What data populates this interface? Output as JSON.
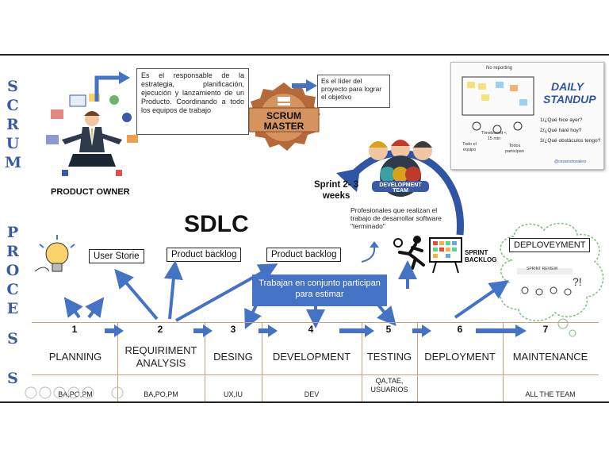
{
  "sidebar": {
    "letters": [
      "S",
      "C",
      "R",
      "U",
      "M",
      "P",
      "R",
      "O",
      "C",
      "E",
      "S",
      "S"
    ]
  },
  "product_owner": {
    "label": "PRODUCT OWNER",
    "description": "Es el responsable de la estrategia, planificación, ejecución y lanzamiento de un Producto. Coordinando a todo los equipos de trabajo"
  },
  "scrum_master": {
    "badge_line1": "SCRUM",
    "badge_line2": "MASTER",
    "description": "Es el líder del proyecto para lograr el objetivo"
  },
  "dev_team": {
    "badge": "DEVELOPMENT TEAM",
    "sprint_line1": "Sprint 2- 3",
    "sprint_line2": "weeks",
    "description": "Profesionales que realizan el trabajo de desarrollar software \"terminado\""
  },
  "daily_standup": {
    "title_line1": "DAILY",
    "title_line2": "STANDUP",
    "q1": "1/¿Qué hice ayer?",
    "q2": "2/¿Qué haré hoy?",
    "q3": "3/¿Qué obstáculos tengo?",
    "note_top": "No reporting",
    "note_timebox": "Timeboxed < 15 min",
    "note_all": "Todo el equipo",
    "note_team": "Todos participan",
    "credit": "@cesarsotovalero"
  },
  "sdlc_title": "SDLC",
  "boxes": {
    "user_storie": "User Storie",
    "product_backlog_1": "Product backlog",
    "product_backlog_2": "Product backlog",
    "deployment": "DEPLOVEYMENT",
    "sprint_backlog": "SPRINT BACKLOG",
    "sprint_review": "SPRINT REVIEW"
  },
  "estimate_banner": "Trabajan en conjunto participan para estimar",
  "phases": [
    {
      "num": "1",
      "name": "PLANNING",
      "roles": "BA,PO,PM"
    },
    {
      "num": "2",
      "name": "REQUIRIMENT ANALYSIS",
      "roles": "BA,PO,PM"
    },
    {
      "num": "3",
      "name": "DESING",
      "roles": "UX,IU"
    },
    {
      "num": "4",
      "name": "DEVELOPMENT",
      "roles": "DEV"
    },
    {
      "num": "5",
      "name": "TESTING",
      "roles": "QA,TAE, USUARIOS"
    },
    {
      "num": "6",
      "name": "DEPLOYMENT",
      "roles": ""
    },
    {
      "num": "7",
      "name": "MAINTENANCE",
      "roles": "ALL THE TEAM"
    }
  ],
  "colors": {
    "accent_blue": "#4472c4",
    "sidebar_blue": "#3a5aa8",
    "table_line": "#c9a27b",
    "scrum_brown": "#b5693a"
  }
}
